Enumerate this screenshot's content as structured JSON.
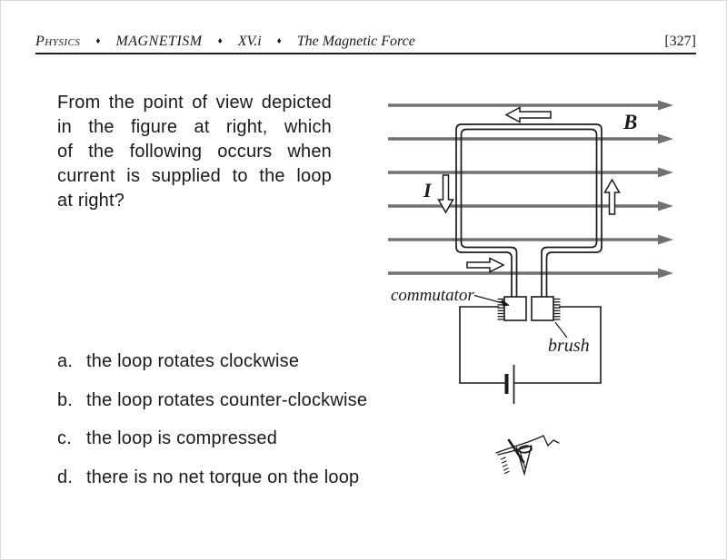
{
  "header": {
    "course": "Physics",
    "separator": "♦",
    "sections": [
      "MAGNETISM",
      "XV.i",
      "The Magnetic Force"
    ],
    "page_number": "[327]"
  },
  "question": {
    "lines": [
      "From the point of view depicted",
      "in the figure at right, which",
      "of the following occurs when",
      "current is supplied to the loop",
      "at right?"
    ]
  },
  "options": [
    {
      "letter": "a.",
      "text": "the loop rotates clockwise"
    },
    {
      "letter": "b.",
      "text": "the loop rotates counter-clockwise"
    },
    {
      "letter": "c.",
      "text": "the loop is compressed"
    },
    {
      "letter": "d.",
      "text": "there is no net torque on the loop"
    }
  ],
  "figure": {
    "labels": {
      "field": "B",
      "current": "I",
      "commutator": "commutator",
      "brush": "brush"
    },
    "colors": {
      "field_line_gray": "#707070",
      "ink_black": "#1a1a1a"
    },
    "field_line_count": 6
  }
}
